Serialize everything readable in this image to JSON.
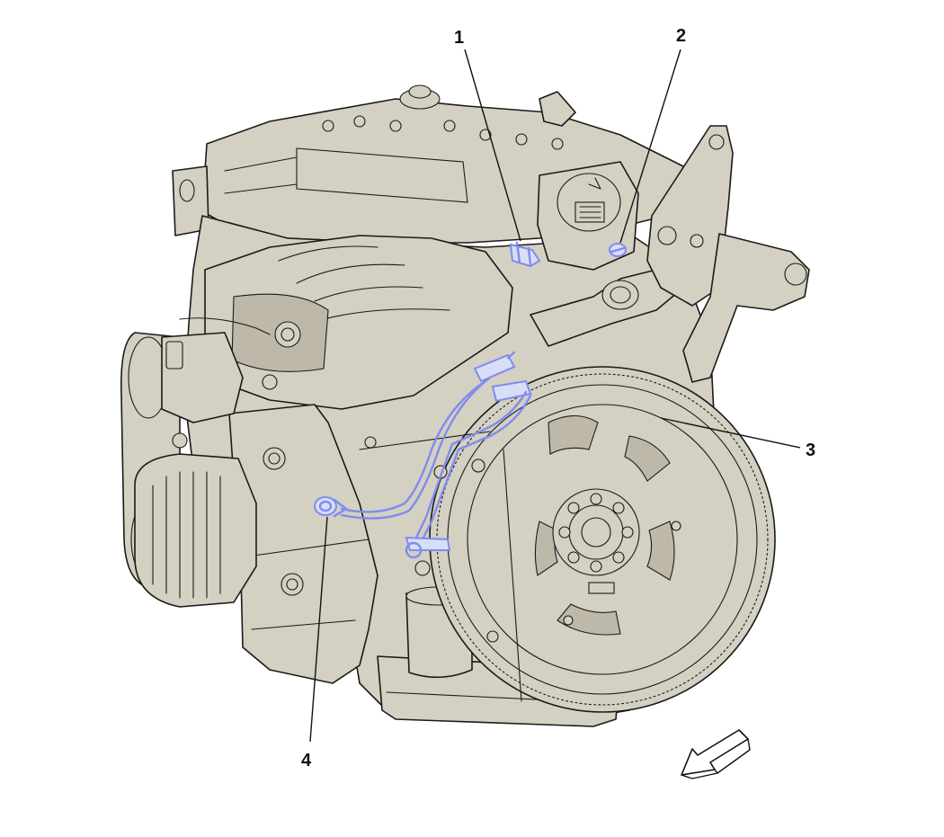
{
  "colors": {
    "body": "#d4d0c2",
    "shade": "#bdb8a8",
    "outline": "#1a1a1a",
    "highlight": "#7e8cf0"
  },
  "callouts": [
    {
      "id": "1",
      "label": "1"
    },
    {
      "id": "2",
      "label": "2"
    },
    {
      "id": "3",
      "label": "3"
    },
    {
      "id": "4",
      "label": "4"
    }
  ],
  "view_direction_icon": "arrow-icon"
}
